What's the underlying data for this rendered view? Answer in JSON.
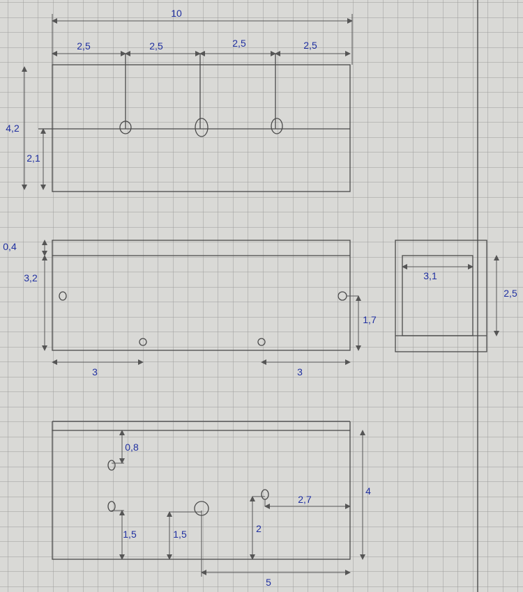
{
  "colors": {
    "paper": "#d9d9d6",
    "grid": "#9c9c9a",
    "pencil": "#4a4a4a",
    "ink": "#1f2fa0"
  },
  "top_view": {
    "overall_width": "10",
    "spacing": [
      "2,5",
      "2,5",
      "2,5",
      "2,5"
    ],
    "height": "4,2",
    "center_height": "2,1"
  },
  "front_view": {
    "lip": "0,4",
    "height": "3,2",
    "hole_height": "1,7",
    "left_offset": "3",
    "right_offset": "3"
  },
  "side_view": {
    "inner_width": "3,1",
    "inner_height": "2,5"
  },
  "bottom_view": {
    "hole_top": "0,8",
    "hole_left": "1,5",
    "hole_mid": "1,5",
    "hole_right_height": "2",
    "hole_right_offset": "2,7",
    "height": "4",
    "half_width": "5"
  }
}
